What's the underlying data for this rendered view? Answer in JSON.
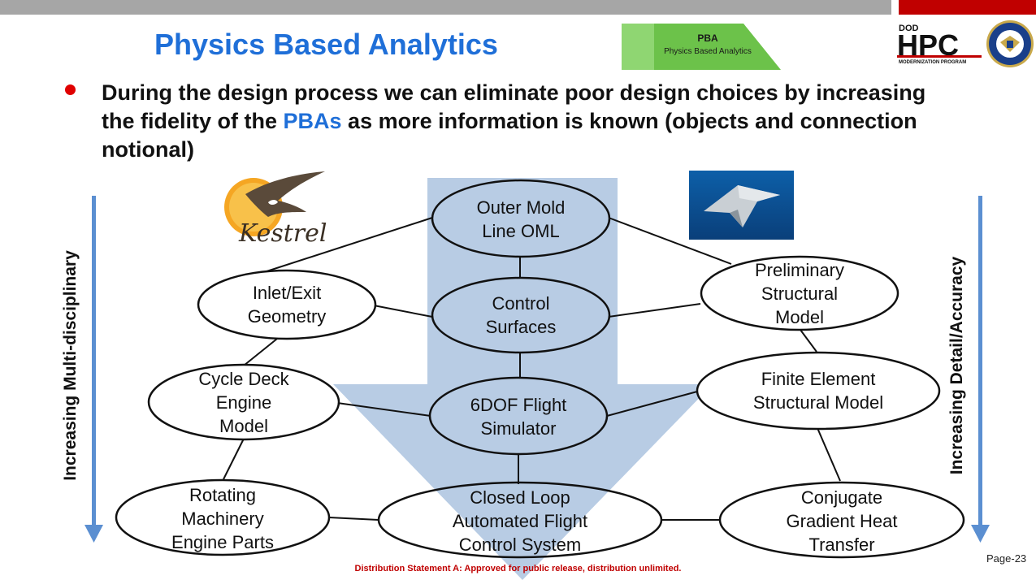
{
  "header": {
    "title": "Physics Based Analytics",
    "pba_badge": {
      "abbr": "PBA",
      "full": "Physics Based Analytics",
      "color": "#6cc24a"
    },
    "hpc_logo": {
      "top": "DOD",
      "main": "HPC",
      "sub": "MODERNIZATION PROGRAM"
    }
  },
  "bullet": {
    "pre": "During the design process we can eliminate poor design choices by increasing the fidelity of the ",
    "highlight": "PBAs",
    "post": " as more information is known (objects and connection notional)"
  },
  "images": {
    "kestrel_logo": "Kestrel",
    "aircraft_photo": "aircraft-image"
  },
  "axis_labels": {
    "left": "Increasing Multi-disciplinary",
    "right": "Increasing Detail/Accuracy"
  },
  "nodes": {
    "outer_mold_line": "Outer Mold\nLine OML",
    "control_surfaces": "Control\nSurfaces",
    "sixdof": "6DOF Flight\nSimulator",
    "closed_loop": "Closed Loop\nAutomated Flight\nControl System",
    "inlet_exit": "Inlet/Exit\nGeometry",
    "cycle_deck": "Cycle Deck\nEngine\nModel",
    "rotating_machinery": "Rotating\nMachinery\nEngine Parts",
    "preliminary_structural": "Preliminary\nStructural\nModel",
    "finite_element": "Finite Element\nStructural Model",
    "conjugate_gradient": "Conjugate\nGradient Heat\nTransfer"
  },
  "footer": {
    "distribution": "Distribution Statement A: Approved for public release, distribution unlimited.",
    "page": "Page-23"
  },
  "colors": {
    "title_blue": "#1f6fd8",
    "arrow_fill": "#b8cce4",
    "axis_arrow": "#5b8fd1",
    "footer_red": "#c00000",
    "bullet_red": "#e00000"
  }
}
